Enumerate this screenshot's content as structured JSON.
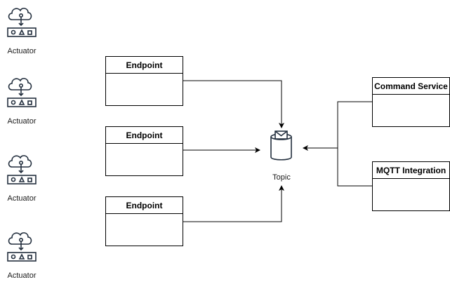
{
  "actuators": [
    {
      "label": "Actuator"
    },
    {
      "label": "Actuator"
    },
    {
      "label": "Actuator"
    },
    {
      "label": "Actuator"
    }
  ],
  "endpoints": [
    {
      "title": "Endpoint"
    },
    {
      "title": "Endpoint"
    },
    {
      "title": "Endpoint"
    }
  ],
  "topic": {
    "label": "Topic"
  },
  "services": [
    {
      "title": "Command Service"
    },
    {
      "title": "MQTT Integration"
    }
  ],
  "colors": {
    "stroke": "#000000",
    "icon": "#232f3e"
  }
}
